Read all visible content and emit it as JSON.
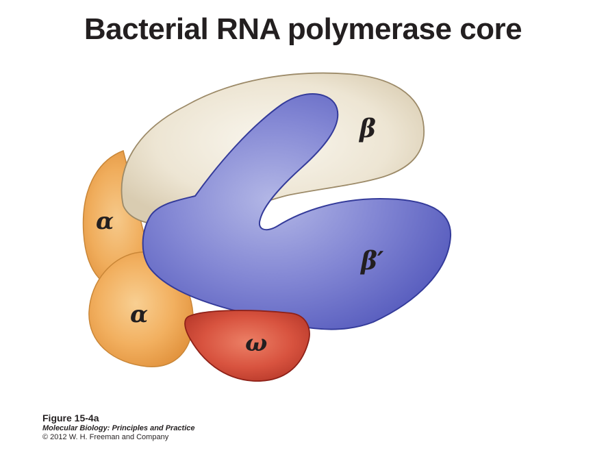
{
  "title": "Bacterial RNA polymerase core",
  "subunits": {
    "alpha_top": {
      "label": "α",
      "fill": "#f0aa55",
      "stroke": "#c98637"
    },
    "alpha_bottom": {
      "label": "α",
      "fill": "#f2ad59",
      "stroke": "#c98637"
    },
    "beta": {
      "label": "β",
      "fill": "#ece4d2",
      "stroke": "#9c8a68"
    },
    "beta_prime": {
      "label": "β′",
      "fill": "#7b7fd0",
      "stroke": "#343b9a"
    },
    "omega": {
      "label": "ω",
      "fill": "#d65240",
      "stroke": "#8e2118"
    }
  },
  "caption": {
    "figure": "Figure 15-4a",
    "book": "Molecular Biology: Principles and Practice",
    "copyright": "© 2012 W. H. Freeman and Company"
  }
}
